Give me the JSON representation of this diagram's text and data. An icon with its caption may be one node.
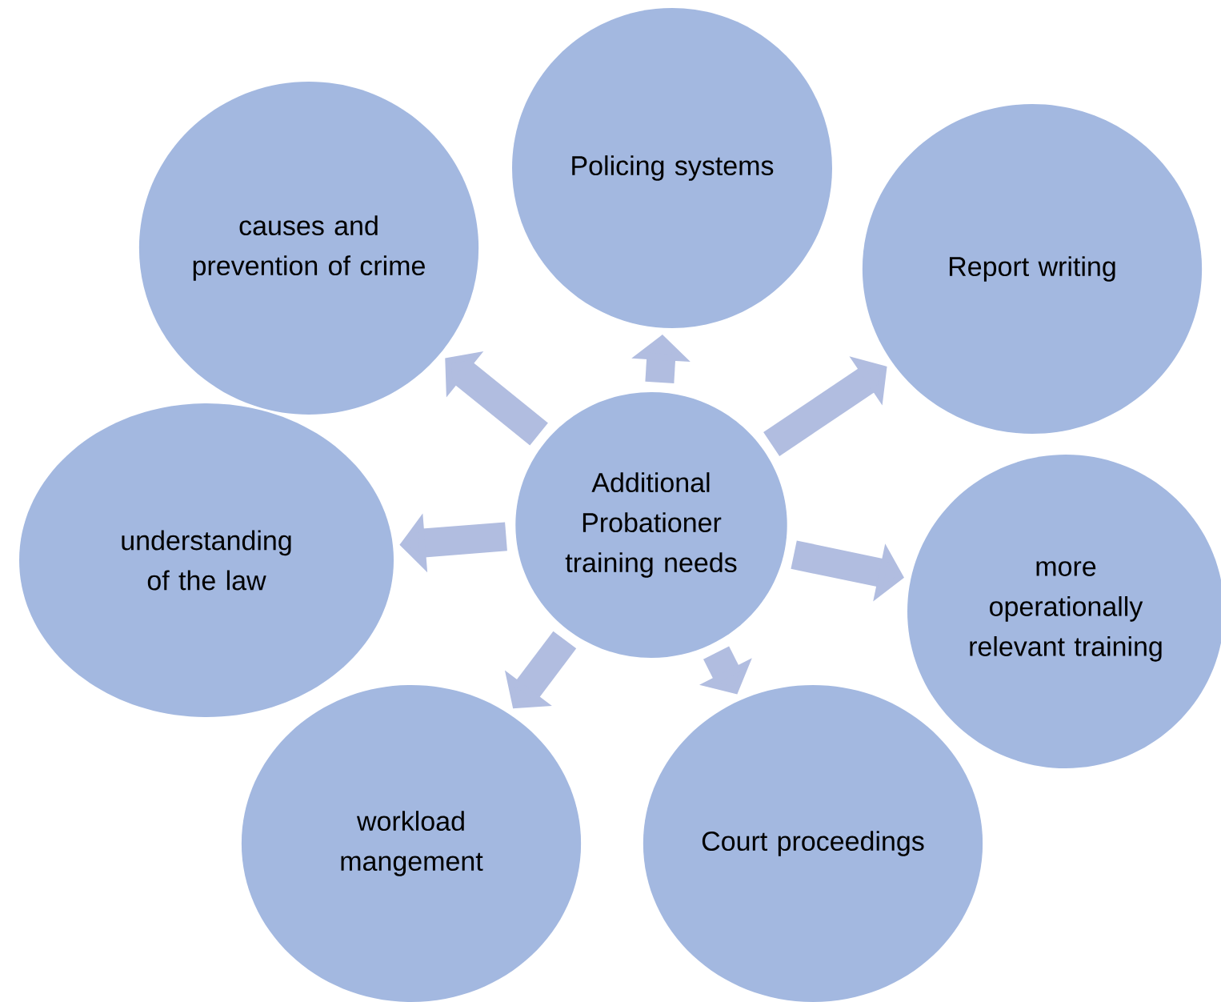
{
  "diagram": {
    "nodes": [
      {
        "text": [
          "Policing systems"
        ]
      },
      {
        "text": [
          "causes and prevention of crime"
        ]
      },
      {
        "text": [
          "Report writing"
        ]
      },
      {
        "text": [
          "understanding of the law"
        ]
      },
      {
        "text": [
          "Additional Probationer training needs"
        ]
      },
      {
        "text": [
          "more operationally relevant training"
        ]
      },
      {
        "text": [
          "workload mangement"
        ]
      },
      {
        "text": [
          "Court proceedings"
        ]
      }
    ],
    "edges": [
      {
        "from": 4,
        "to": 0,
        "arrow": "to"
      },
      {
        "from": 4,
        "to": 1,
        "arrow": "to"
      },
      {
        "from": 4,
        "to": 2,
        "arrow": "to"
      },
      {
        "from": 4,
        "to": 3,
        "arrow": "to"
      },
      {
        "from": 4,
        "to": 5,
        "arrow": "to"
      },
      {
        "from": 4,
        "to": 6,
        "arrow": "to"
      },
      {
        "from": 4,
        "to": 7,
        "arrow": "to"
      }
    ]
  }
}
